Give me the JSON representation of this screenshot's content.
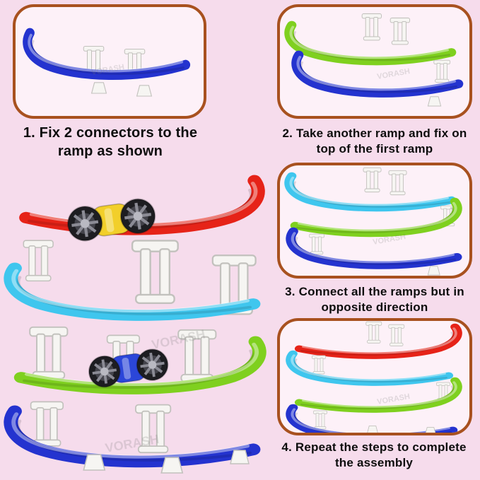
{
  "page": {
    "background": "#f6dcec"
  },
  "panel": {
    "background": "#fdf1f8",
    "border_color": "#a8511f"
  },
  "colors": {
    "blue": "#2433cf",
    "green": "#7fd01f",
    "cyan": "#3fc6ee",
    "red": "#e62318",
    "car1_body": "#f2cf2a",
    "car2_body": "#2b46d9"
  },
  "steps": [
    {
      "label": "1. Fix 2 connectors to the ramp as shown"
    },
    {
      "label": "2. Take another ramp and fix on top of the first ramp"
    },
    {
      "label": "3. Connect all the ramps but in opposite direction"
    },
    {
      "label": "4. Repeat the steps to complete the assembly"
    }
  ],
  "watermark": "VORASH"
}
